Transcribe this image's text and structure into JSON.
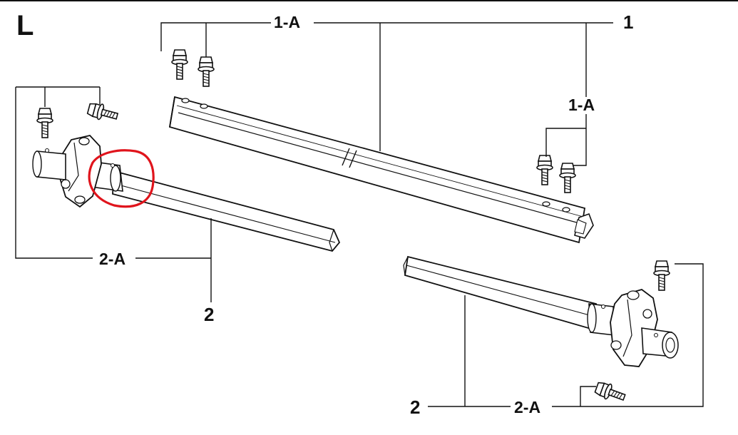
{
  "figure": {
    "view_label": "L",
    "part_labels": {
      "rail": "1",
      "rail_bolts": "1-A",
      "shaft_left": "2",
      "shaft_left_bolts": "2-A",
      "shaft_right": "2",
      "shaft_right_bolts": "2-A"
    },
    "highlight_color": "#e0141c",
    "line_color": "#111111",
    "background": "#ffffff"
  }
}
